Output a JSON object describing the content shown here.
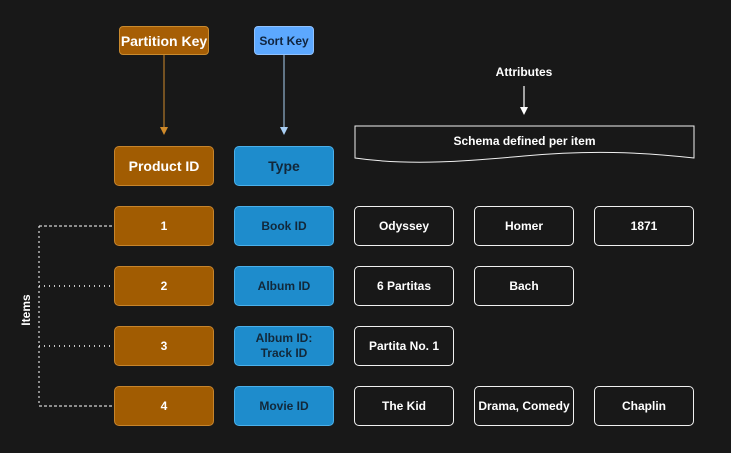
{
  "partition_key_label": "Partition Key",
  "sort_key_label": "Sort Key",
  "attributes_label": "Attributes",
  "schema_note": "Schema defined per item",
  "items_label": "Items",
  "headers": {
    "partition": "Product ID",
    "sort": "Type"
  },
  "rows": [
    {
      "id": "1",
      "type": "Book ID",
      "attributes": [
        "Odyssey",
        "Homer",
        "1871"
      ]
    },
    {
      "id": "2",
      "type": "Album ID",
      "attributes": [
        "6 Partitas",
        "Bach"
      ]
    },
    {
      "id": "3",
      "type_line1": "Album ID:",
      "type_line2": "Track ID",
      "attributes": [
        "Partita No. 1"
      ]
    },
    {
      "id": "4",
      "type": "Movie ID",
      "attributes": [
        "The Kid",
        "Drama, Comedy",
        "Chaplin"
      ]
    }
  ],
  "colors": {
    "partition": "#a15c02",
    "sort": "#1e8ccc",
    "sort_label": "#5ca8ff",
    "background": "#181818"
  }
}
